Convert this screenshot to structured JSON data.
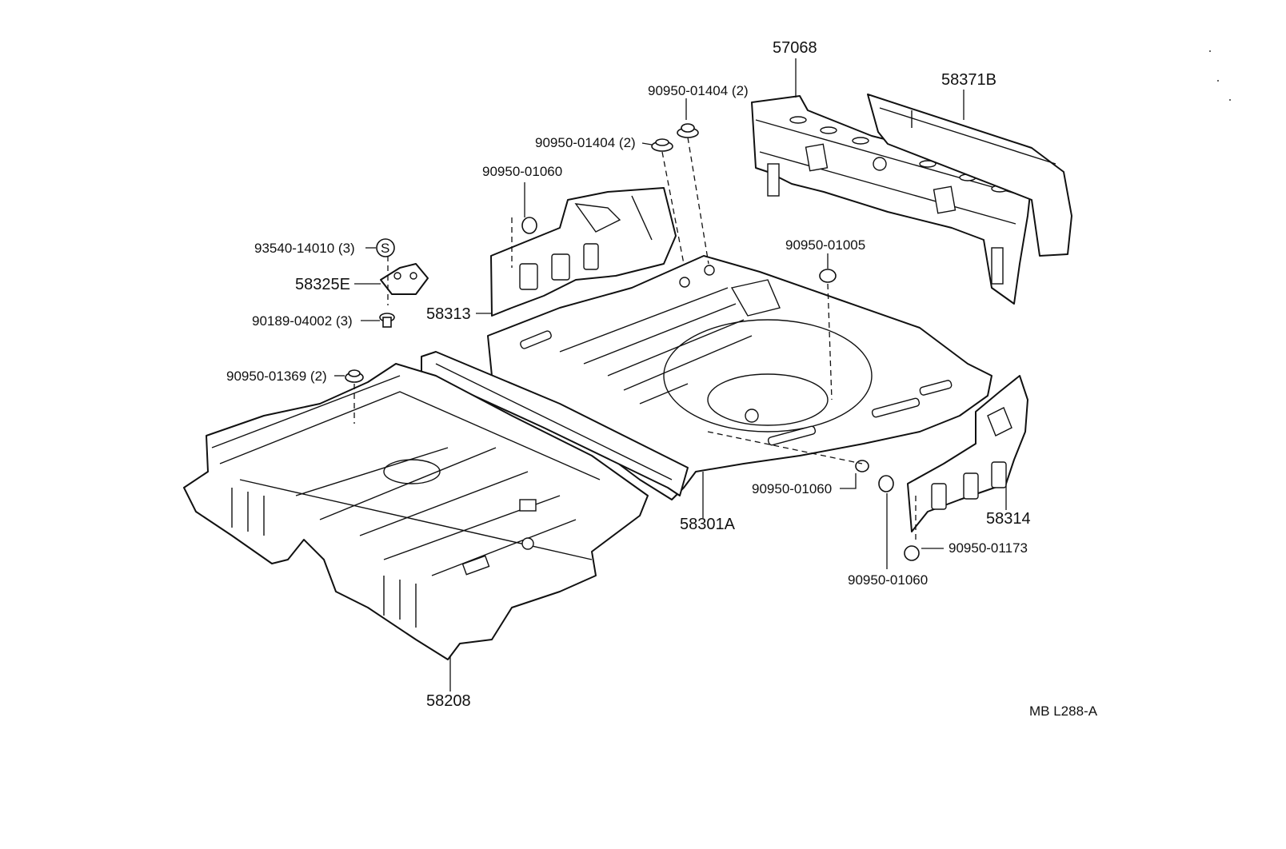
{
  "diagram_code": "MB L288-A",
  "callouts": {
    "c57068": "57068",
    "c58371b": "58371B",
    "c90950_01404_a": "90950-01404 (2)",
    "c90950_01404_b": "90950-01404 (2)",
    "c90950_01060_top": "90950-01060",
    "c93540_14010": "93540-14010 (3)",
    "c_s_mark": "S",
    "c58325e": "58325E",
    "c58313": "58313",
    "c90189_04002": "90189-04002 (3)",
    "c90950_01005": "90950-01005",
    "c90950_01369": "90950-01369 (2)",
    "c90950_01060_mid": "90950-01060",
    "c58301a": "58301A",
    "c58314": "58314",
    "c90950_01173": "90950-01173",
    "c90950_01060_bot": "90950-01060",
    "c58208": "58208"
  }
}
